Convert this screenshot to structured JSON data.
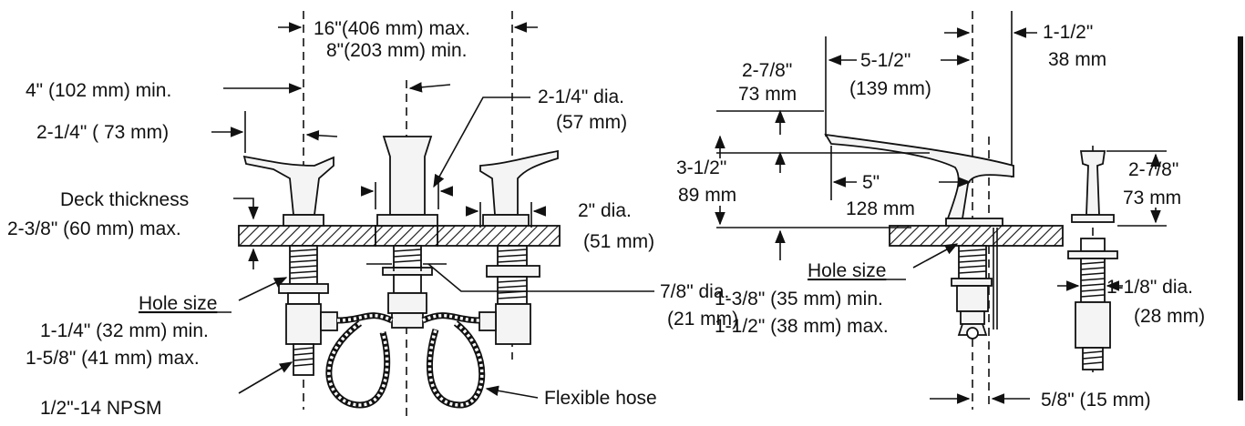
{
  "labels": {
    "spread_max": "16\"(406 mm) max.",
    "spread_min": "8\"(203 mm) min.",
    "offset_min": "4\" (102 mm) min.",
    "handle_width": "2-1/4\" ( 73 mm)",
    "spout_dia": "2-1/4\" dia.",
    "spout_dia_mm": "(57 mm)",
    "deck_thickness_1": "Deck thickness",
    "deck_thickness_2": "2-3/8\" (60 mm) max.",
    "base_dia": "2\" dia.",
    "base_dia_mm": "(51 mm)",
    "nut_dia": "7/8\" dia.",
    "nut_dia_mm": "(21 mm)",
    "hole_size_left": "Hole size",
    "hole_min_left": "1-1/4\" (32 mm) min.",
    "hole_max_left": "1-5/8\" (41 mm) max.",
    "npsm": "1/2\"-14 NPSM",
    "flexible_hose": "Flexible hose",
    "side_offset_in": "1-1/2\"",
    "side_offset_mm": "38 mm",
    "spout_height_in": "2-7/8\"",
    "spout_height_mm": "73 mm",
    "spout_reach_in": "5-1/2\"",
    "spout_reach_mm": "(139 mm)",
    "total_height_in": "3-1/2\"",
    "total_height_mm": "89 mm",
    "reach_5_in": "5\"",
    "reach_5_mm": "128 mm",
    "hole_size_right": "Hole size",
    "hole_min_right": "1-3/8\" (35 mm)  min.",
    "hole_max_right": "1-1/2\" (38 mm) max.",
    "handle_height_in": "2-7/8\"",
    "handle_height_mm": "73 mm",
    "shank_dia": "1-1/8\" dia.",
    "shank_dia_mm": "(28 mm)",
    "bottom_offset": "5/8\" (15 mm)"
  }
}
